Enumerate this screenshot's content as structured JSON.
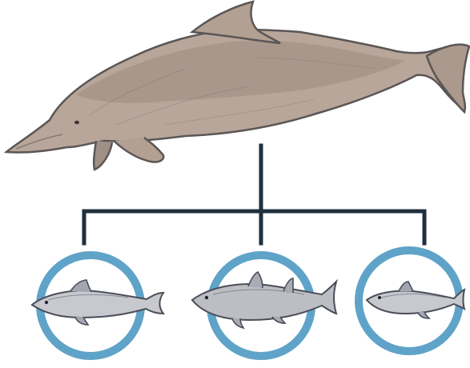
{
  "diagram": {
    "type": "food-web",
    "predator": {
      "icon": "river-dolphin-icon",
      "colors": {
        "body": "#b8a69a",
        "shade": "#9c8a80",
        "outline": "#5b5656"
      }
    },
    "prey": [
      {
        "icon": "fish-icon-1",
        "ring_color": "#5fa3c8"
      },
      {
        "icon": "fish-icon-2",
        "ring_color": "#5fa3c8"
      },
      {
        "icon": "fish-icon-3",
        "ring_color": "#5fa3c8"
      }
    ],
    "connector_color": "#1f2f3d"
  }
}
